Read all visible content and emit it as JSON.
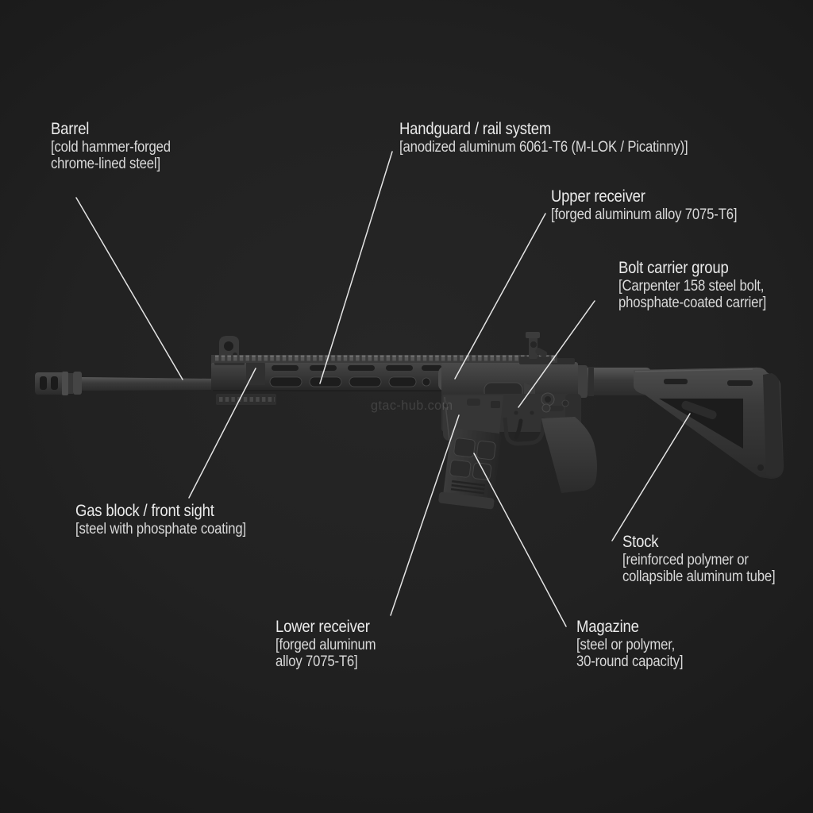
{
  "watermark": "gtac-hub.com",
  "colors": {
    "background": "#1f1f1f",
    "label_text": "#ebebeb",
    "label_detail_text": "#d9d9d9",
    "leader_line": "#f5f5f5",
    "rifle_metal": "#343434"
  },
  "labels": [
    {
      "id": "barrel",
      "title": "Barrel",
      "detail_lines": [
        "[cold hammer-forged",
        "chrome-lined steel]"
      ]
    },
    {
      "id": "handguard",
      "title": "Handguard / rail system",
      "detail_lines": [
        "[anodized aluminum 6061-T6 (M-LOK / Picatinny)]"
      ]
    },
    {
      "id": "upper-receiver",
      "title": "Upper receiver",
      "detail_lines": [
        "[forged aluminum alloy 7075-T6]"
      ]
    },
    {
      "id": "bolt-carrier-group",
      "title": "Bolt carrier group",
      "detail_lines": [
        "[Carpenter 158 steel bolt,",
        "phosphate-coated carrier]"
      ]
    },
    {
      "id": "gas-block",
      "title": "Gas block / front sight",
      "detail_lines": [
        "[steel with phosphate coating]"
      ]
    },
    {
      "id": "stock",
      "title": "Stock",
      "detail_lines": [
        "[reinforced polymer or",
        "collapsible aluminum tube]"
      ]
    },
    {
      "id": "lower-receiver",
      "title": "Lower receiver",
      "detail_lines": [
        "[forged aluminum",
        "alloy 7075-T6]"
      ]
    },
    {
      "id": "magazine",
      "title": "Magazine",
      "detail_lines": [
        "[steel or polymer,",
        "30-round capacity]"
      ]
    }
  ]
}
